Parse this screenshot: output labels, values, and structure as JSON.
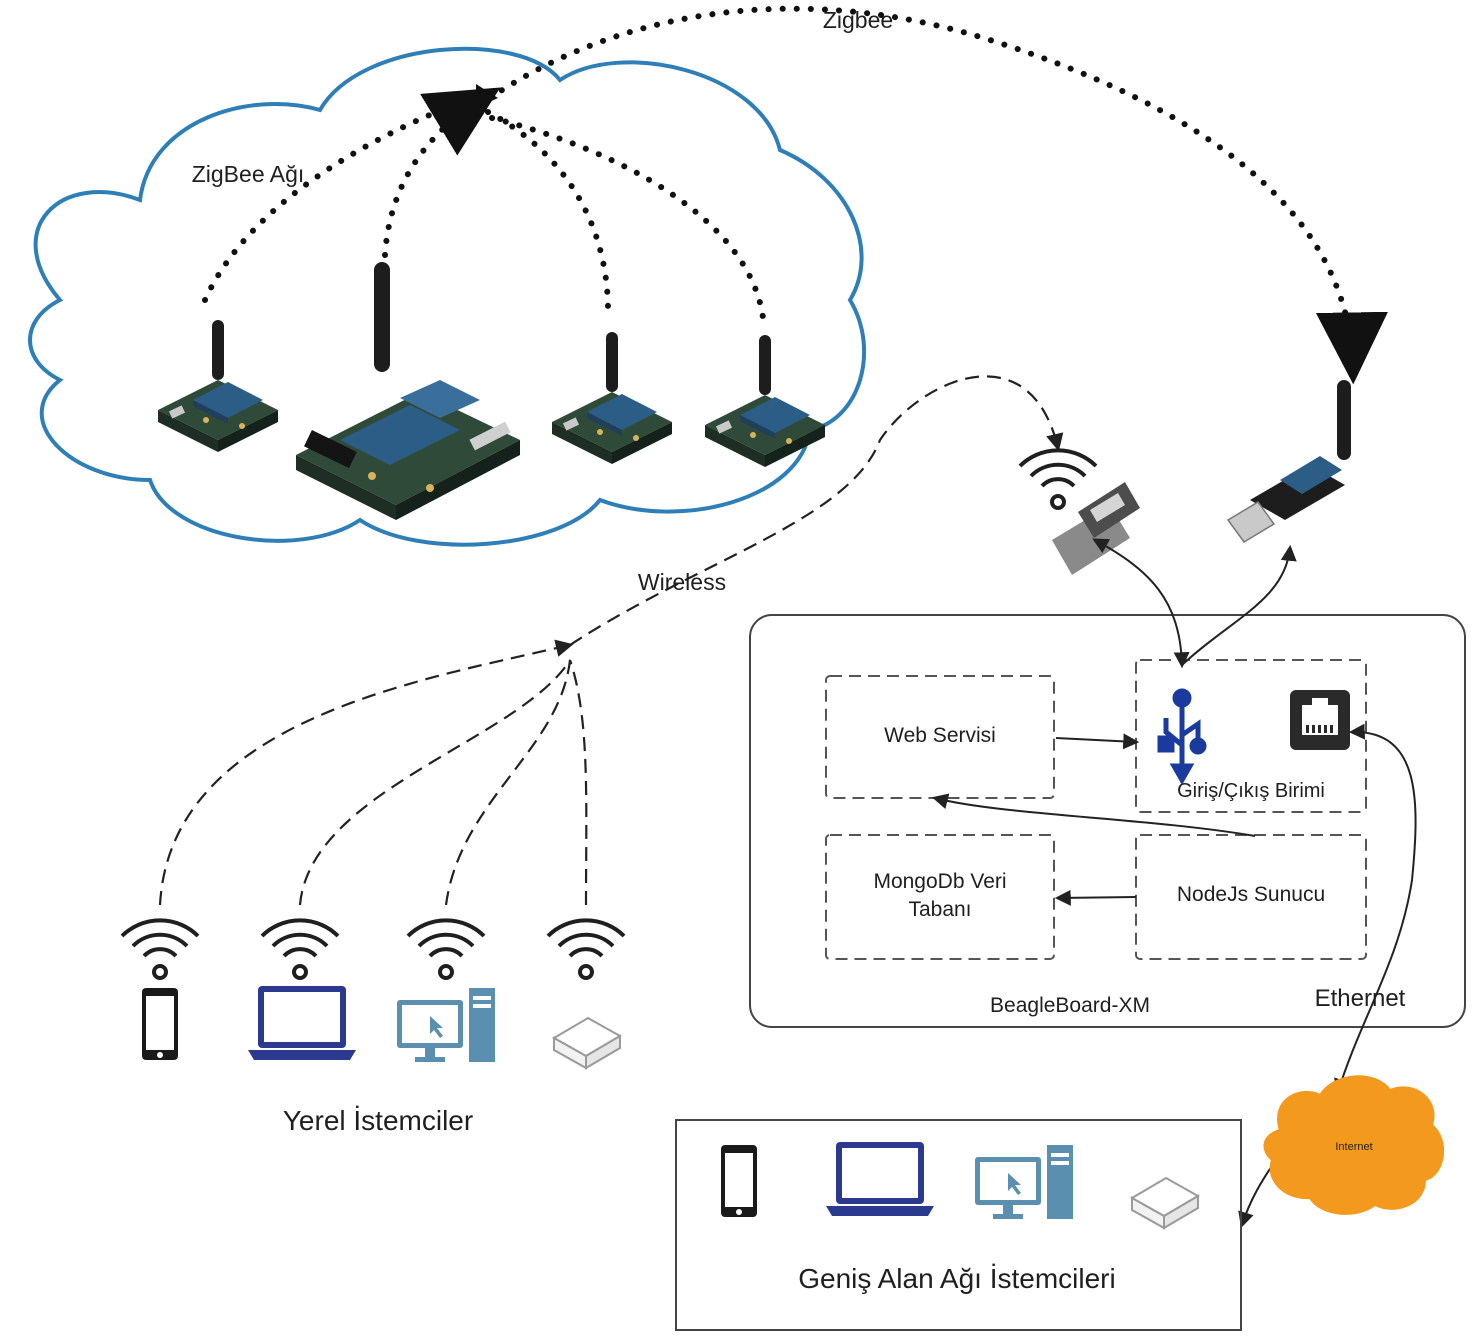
{
  "labels": {
    "zigbee_link": "Zigbee",
    "zigbee_network": "ZigBee Ağı",
    "wireless": "Wireless",
    "web_service": "Web Servisi",
    "io_unit": "Giriş/Çıkış Birimi",
    "mongodb_line1": "MongoDb  Veri",
    "mongodb_line2": "Tabanı",
    "nodejs": "NodeJs Sunucu",
    "beagleboard": "BeagleBoard-XM",
    "ethernet": "Ethernet",
    "internet": "Internet",
    "local_clients": "Yerel İstemciler",
    "wan_clients": "Geniş Alan Ağı İstemcileri"
  },
  "colors": {
    "cloud_outline": "#2e7fb8",
    "internet_cloud": "#f39a1e",
    "usb_icon": "#1b3a9e",
    "laptop": "#2b3a8f",
    "desktop": "#5b8fb0",
    "pcb_green": "#2f4a38",
    "xbee_blue": "#2c5d86"
  },
  "icons": {
    "usb_symbol": "usb-icon",
    "ethernet_port": "ethernet-port-icon",
    "wifi_dongle": "wifi-dongle-icon",
    "zigbee_dongle": "zigbee-usb-dongle-icon",
    "phone": "smartphone-icon",
    "laptop": "laptop-icon",
    "desktop": "desktop-computer-icon",
    "router": "router-box-icon"
  }
}
